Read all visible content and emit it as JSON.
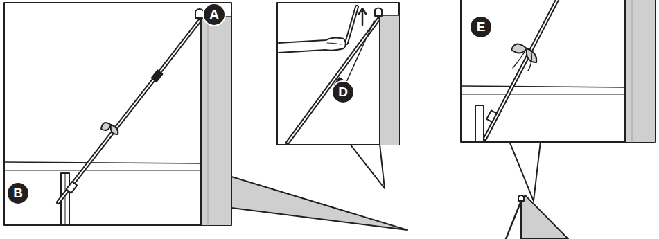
{
  "diagram": {
    "labels": [
      "A",
      "B",
      "D",
      "E"
    ]
  }
}
